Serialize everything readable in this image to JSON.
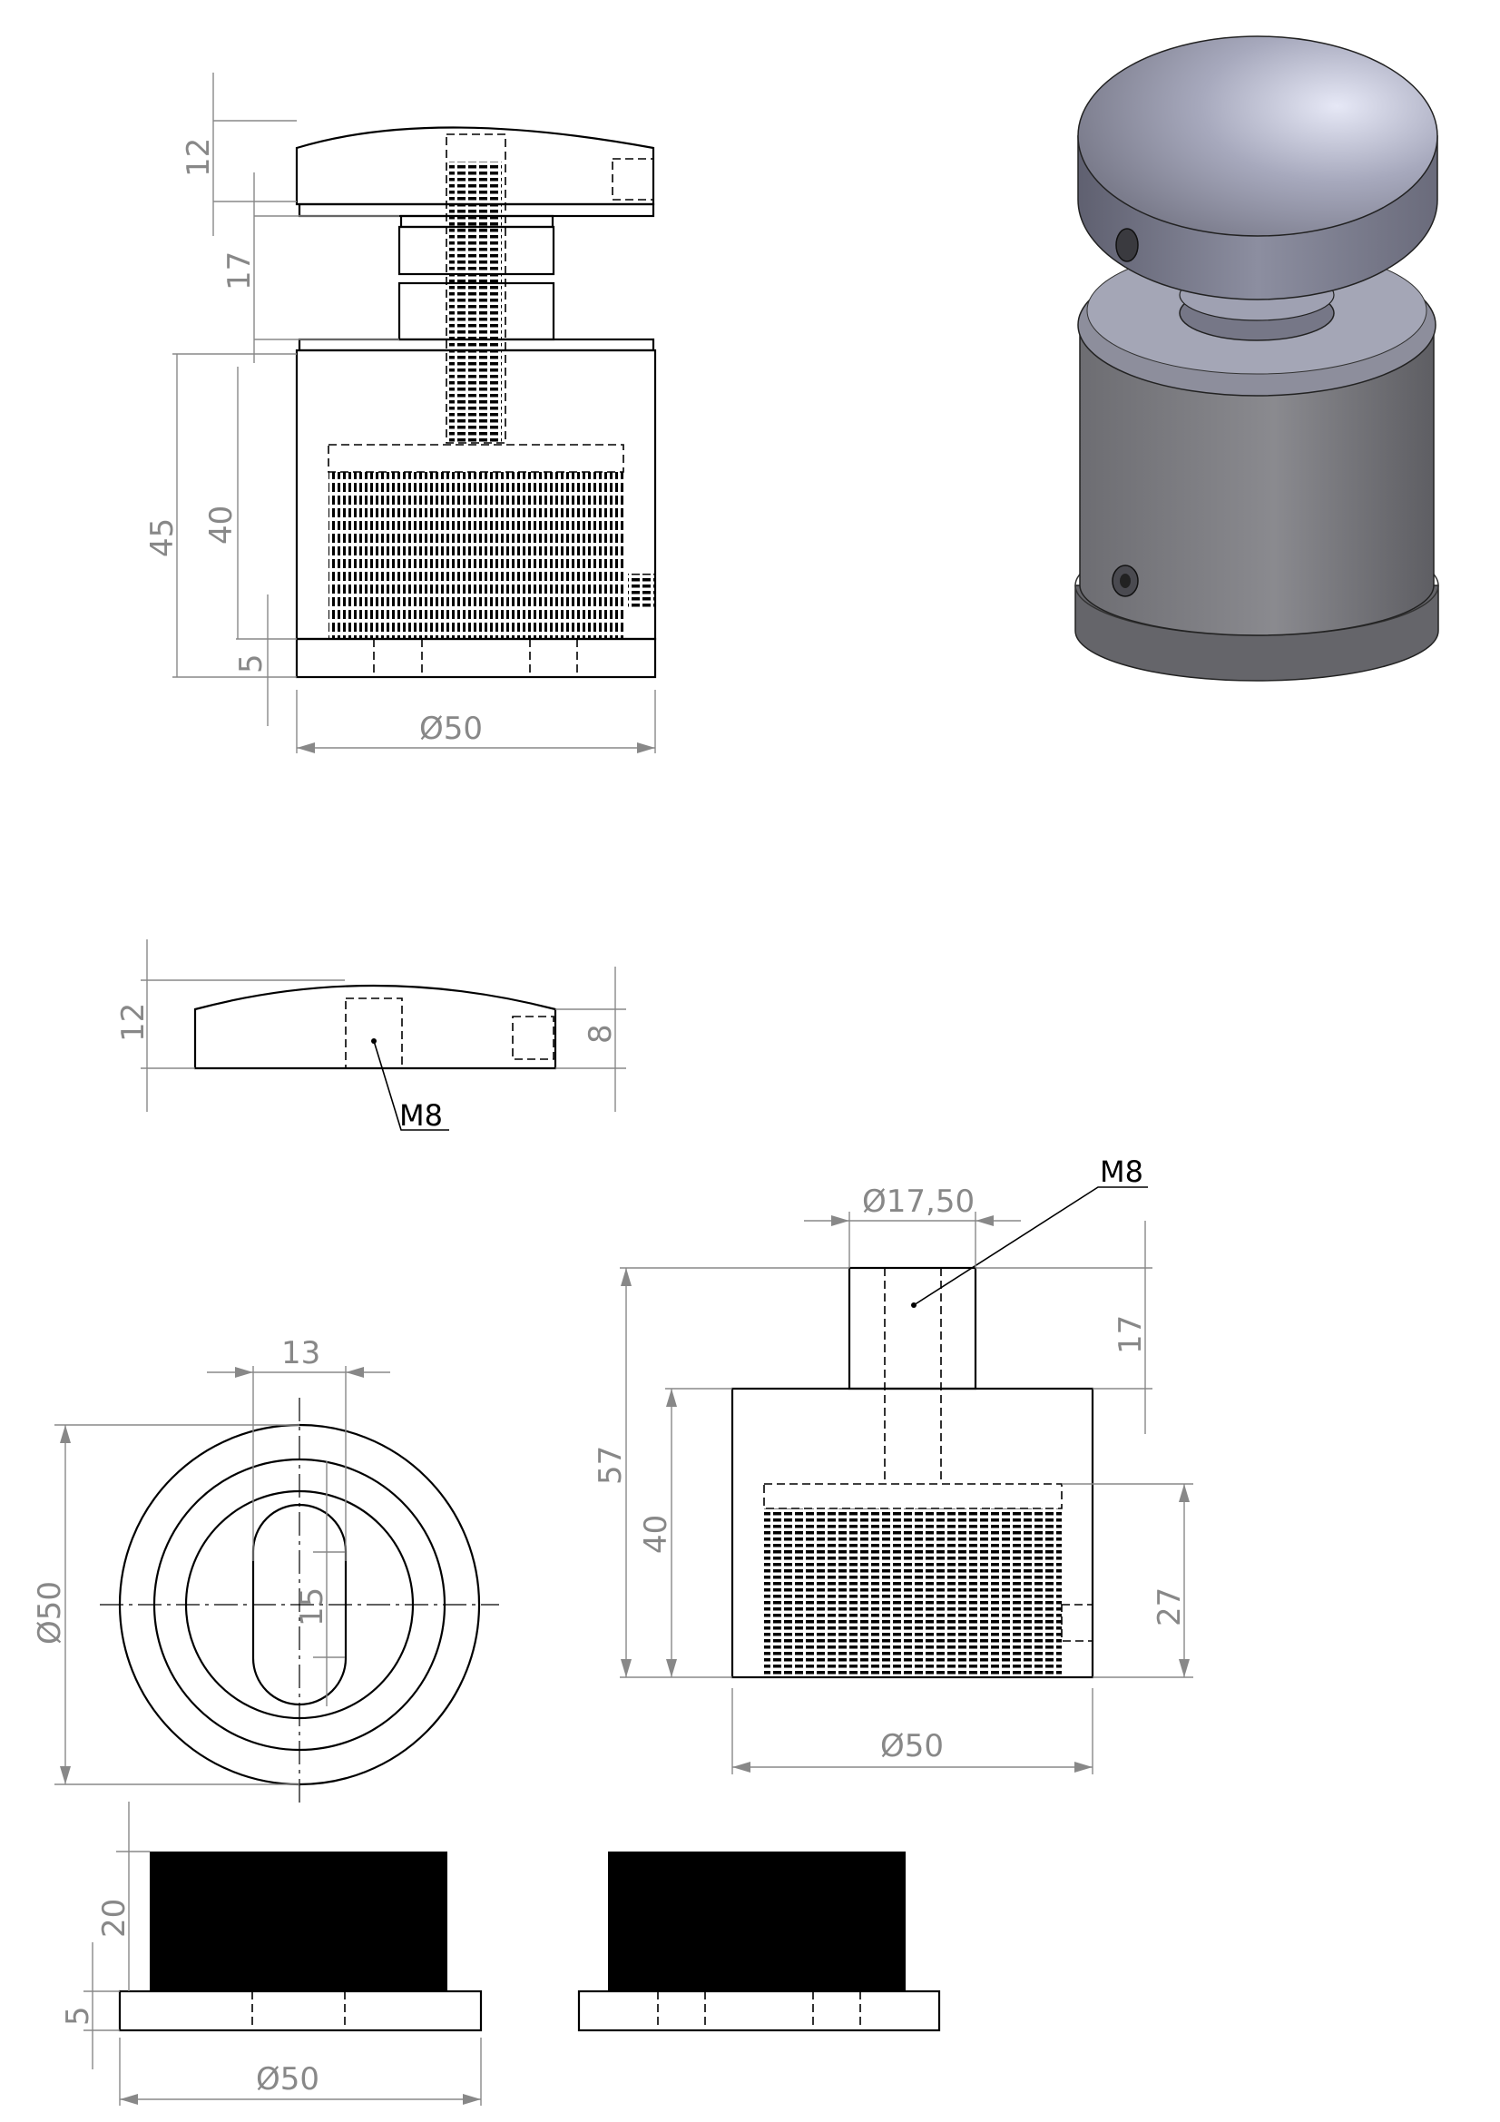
{
  "dimensions": {
    "assembly": {
      "cap_height": "12",
      "spacer_height": "17",
      "base_total_height": "45",
      "base_body_height": "40",
      "base_plate_height": "5",
      "diameter": "Ø50"
    },
    "cap": {
      "height": "12",
      "hole_depth": "8",
      "thread_label": "M8"
    },
    "slot_plate": {
      "slot_width": "13",
      "slot_length": "15",
      "diameter": "Ø50"
    },
    "stud_body": {
      "stud_diameter": "Ø17,50",
      "thread_label": "M8",
      "stud_height": "17",
      "total_height": "57",
      "body_height": "40",
      "bore_depth": "27",
      "diameter": "Ø50"
    },
    "rubber_pad": {
      "pad_height": "20",
      "plate_height": "5",
      "diameter": "Ø50"
    }
  },
  "colors": {
    "line": "#000000",
    "dimension": "#888888",
    "solid_fill": "#000000",
    "iso_metal_light": "#c9cbdc",
    "iso_metal_dark": "#6f6f75"
  }
}
